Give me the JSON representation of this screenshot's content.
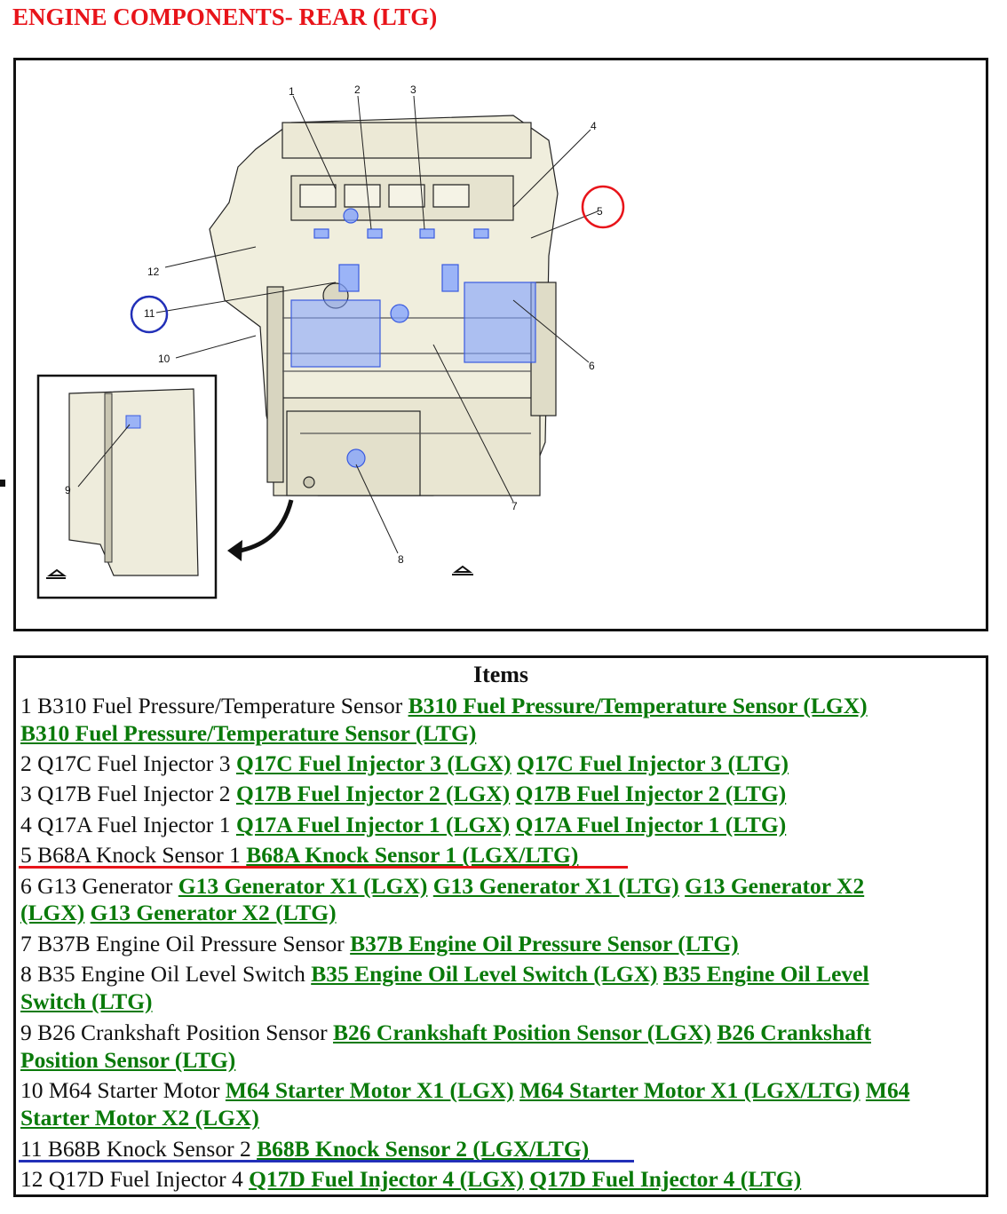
{
  "page_title": "ENGINE COMPONENTS- REAR (LTG)",
  "diagram": {
    "callouts": [
      "1",
      "2",
      "3",
      "4",
      "5",
      "6",
      "7",
      "8",
      "9",
      "10",
      "11",
      "12"
    ],
    "highlight_red_callout": "5",
    "highlight_blue_callout": "11",
    "colors": {
      "red_circle": "#e8141a",
      "blue_circle": "#2230b8",
      "component_highlight": "#4d7cff",
      "engine_fill": "#f0eedd"
    }
  },
  "items": {
    "heading": "Items",
    "rows": [
      {
        "text": "1 B310 Fuel Pressure/Temperature Sensor ",
        "links": [
          "B310 Fuel Pressure/Temperature Sensor (LGX)",
          "B310 Fuel Pressure/Temperature Sensor (LTG)"
        ]
      },
      {
        "text": "2 Q17C Fuel Injector 3 ",
        "links": [
          "Q17C Fuel Injector 3 (LGX)",
          "Q17C Fuel Injector 3 (LTG)"
        ]
      },
      {
        "text": "3 Q17B Fuel Injector 2 ",
        "links": [
          "Q17B Fuel Injector 2 (LGX)",
          "Q17B Fuel Injector 2 (LTG)"
        ]
      },
      {
        "text": "4 Q17A Fuel Injector 1 ",
        "links": [
          "Q17A Fuel Injector 1 (LGX)",
          "Q17A Fuel Injector 1 (LTG)"
        ]
      },
      {
        "text": "5 B68A Knock Sensor 1 ",
        "links": [
          "B68A Knock Sensor 1 (LGX/LTG)"
        ]
      },
      {
        "text": "6 G13 Generator ",
        "links": [
          "G13 Generator X1 (LGX)",
          "G13 Generator X1 (LTG)",
          "G13 Generator X2",
          "(LGX)",
          "G13 Generator X2 (LTG)"
        ]
      },
      {
        "text": "7 B37B Engine Oil Pressure Sensor ",
        "links": [
          "B37B Engine Oil Pressure Sensor (LTG)"
        ]
      },
      {
        "text": "8 B35 Engine Oil Level Switch ",
        "links": [
          "B35 Engine Oil Level Switch (LGX)",
          "B35 Engine Oil Level",
          "Switch (LTG)"
        ]
      },
      {
        "text": "9 B26 Crankshaft Position Sensor ",
        "links": [
          "B26 Crankshaft Position Sensor (LGX)",
          "B26 Crankshaft",
          "Position Sensor (LTG)"
        ]
      },
      {
        "text": "10 M64 Starter Motor ",
        "links": [
          "M64 Starter Motor X1 (LGX)",
          "M64 Starter Motor X1 (LGX/LTG)",
          "M64",
          "Starter Motor X2 (LGX)"
        ]
      },
      {
        "text": "11 B68B Knock Sensor 2 ",
        "links": [
          "B68B Knock Sensor 2 (LGX/LTG)"
        ]
      },
      {
        "text": "12 Q17D Fuel Injector 4 ",
        "links": [
          "Q17D Fuel Injector 4 (LGX)",
          "Q17D Fuel Injector 4 (LTG)"
        ]
      }
    ]
  }
}
